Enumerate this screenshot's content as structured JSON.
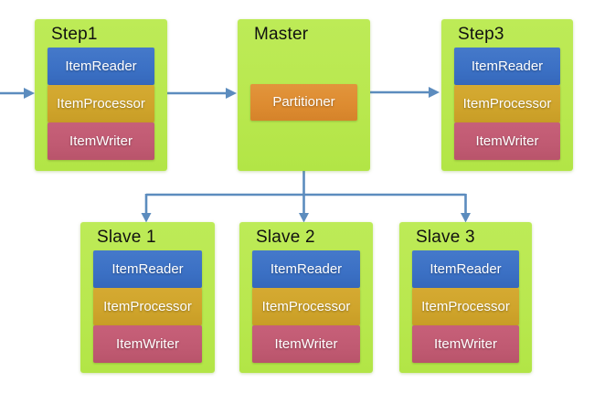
{
  "colors": {
    "canvas-bg": "#ffffff",
    "container-green": "#b9e84f",
    "reader-blue": "#3b70c4",
    "processor-gold": "#cfa42b",
    "writer-rose": "#c05a72",
    "partitioner-orange": "#dd8b30",
    "arrow-blue": "#5c8cbe",
    "title-text": "#111111",
    "component-text": "#ffffff"
  },
  "nodes": {
    "step1": {
      "title": "Step1",
      "components": [
        "ItemReader",
        "ItemProcessor",
        "ItemWriter"
      ]
    },
    "master": {
      "title": "Master",
      "components": [
        "Partitioner"
      ]
    },
    "step3": {
      "title": "Step3",
      "components": [
        "ItemReader",
        "ItemProcessor",
        "ItemWriter"
      ]
    },
    "slave1": {
      "title": "Slave 1",
      "components": [
        "ItemReader",
        "ItemProcessor",
        "ItemWriter"
      ]
    },
    "slave2": {
      "title": "Slave 2",
      "components": [
        "ItemReader",
        "ItemProcessor",
        "ItemWriter"
      ]
    },
    "slave3": {
      "title": "Slave 3",
      "components": [
        "ItemReader",
        "ItemProcessor",
        "ItemWriter"
      ]
    }
  }
}
